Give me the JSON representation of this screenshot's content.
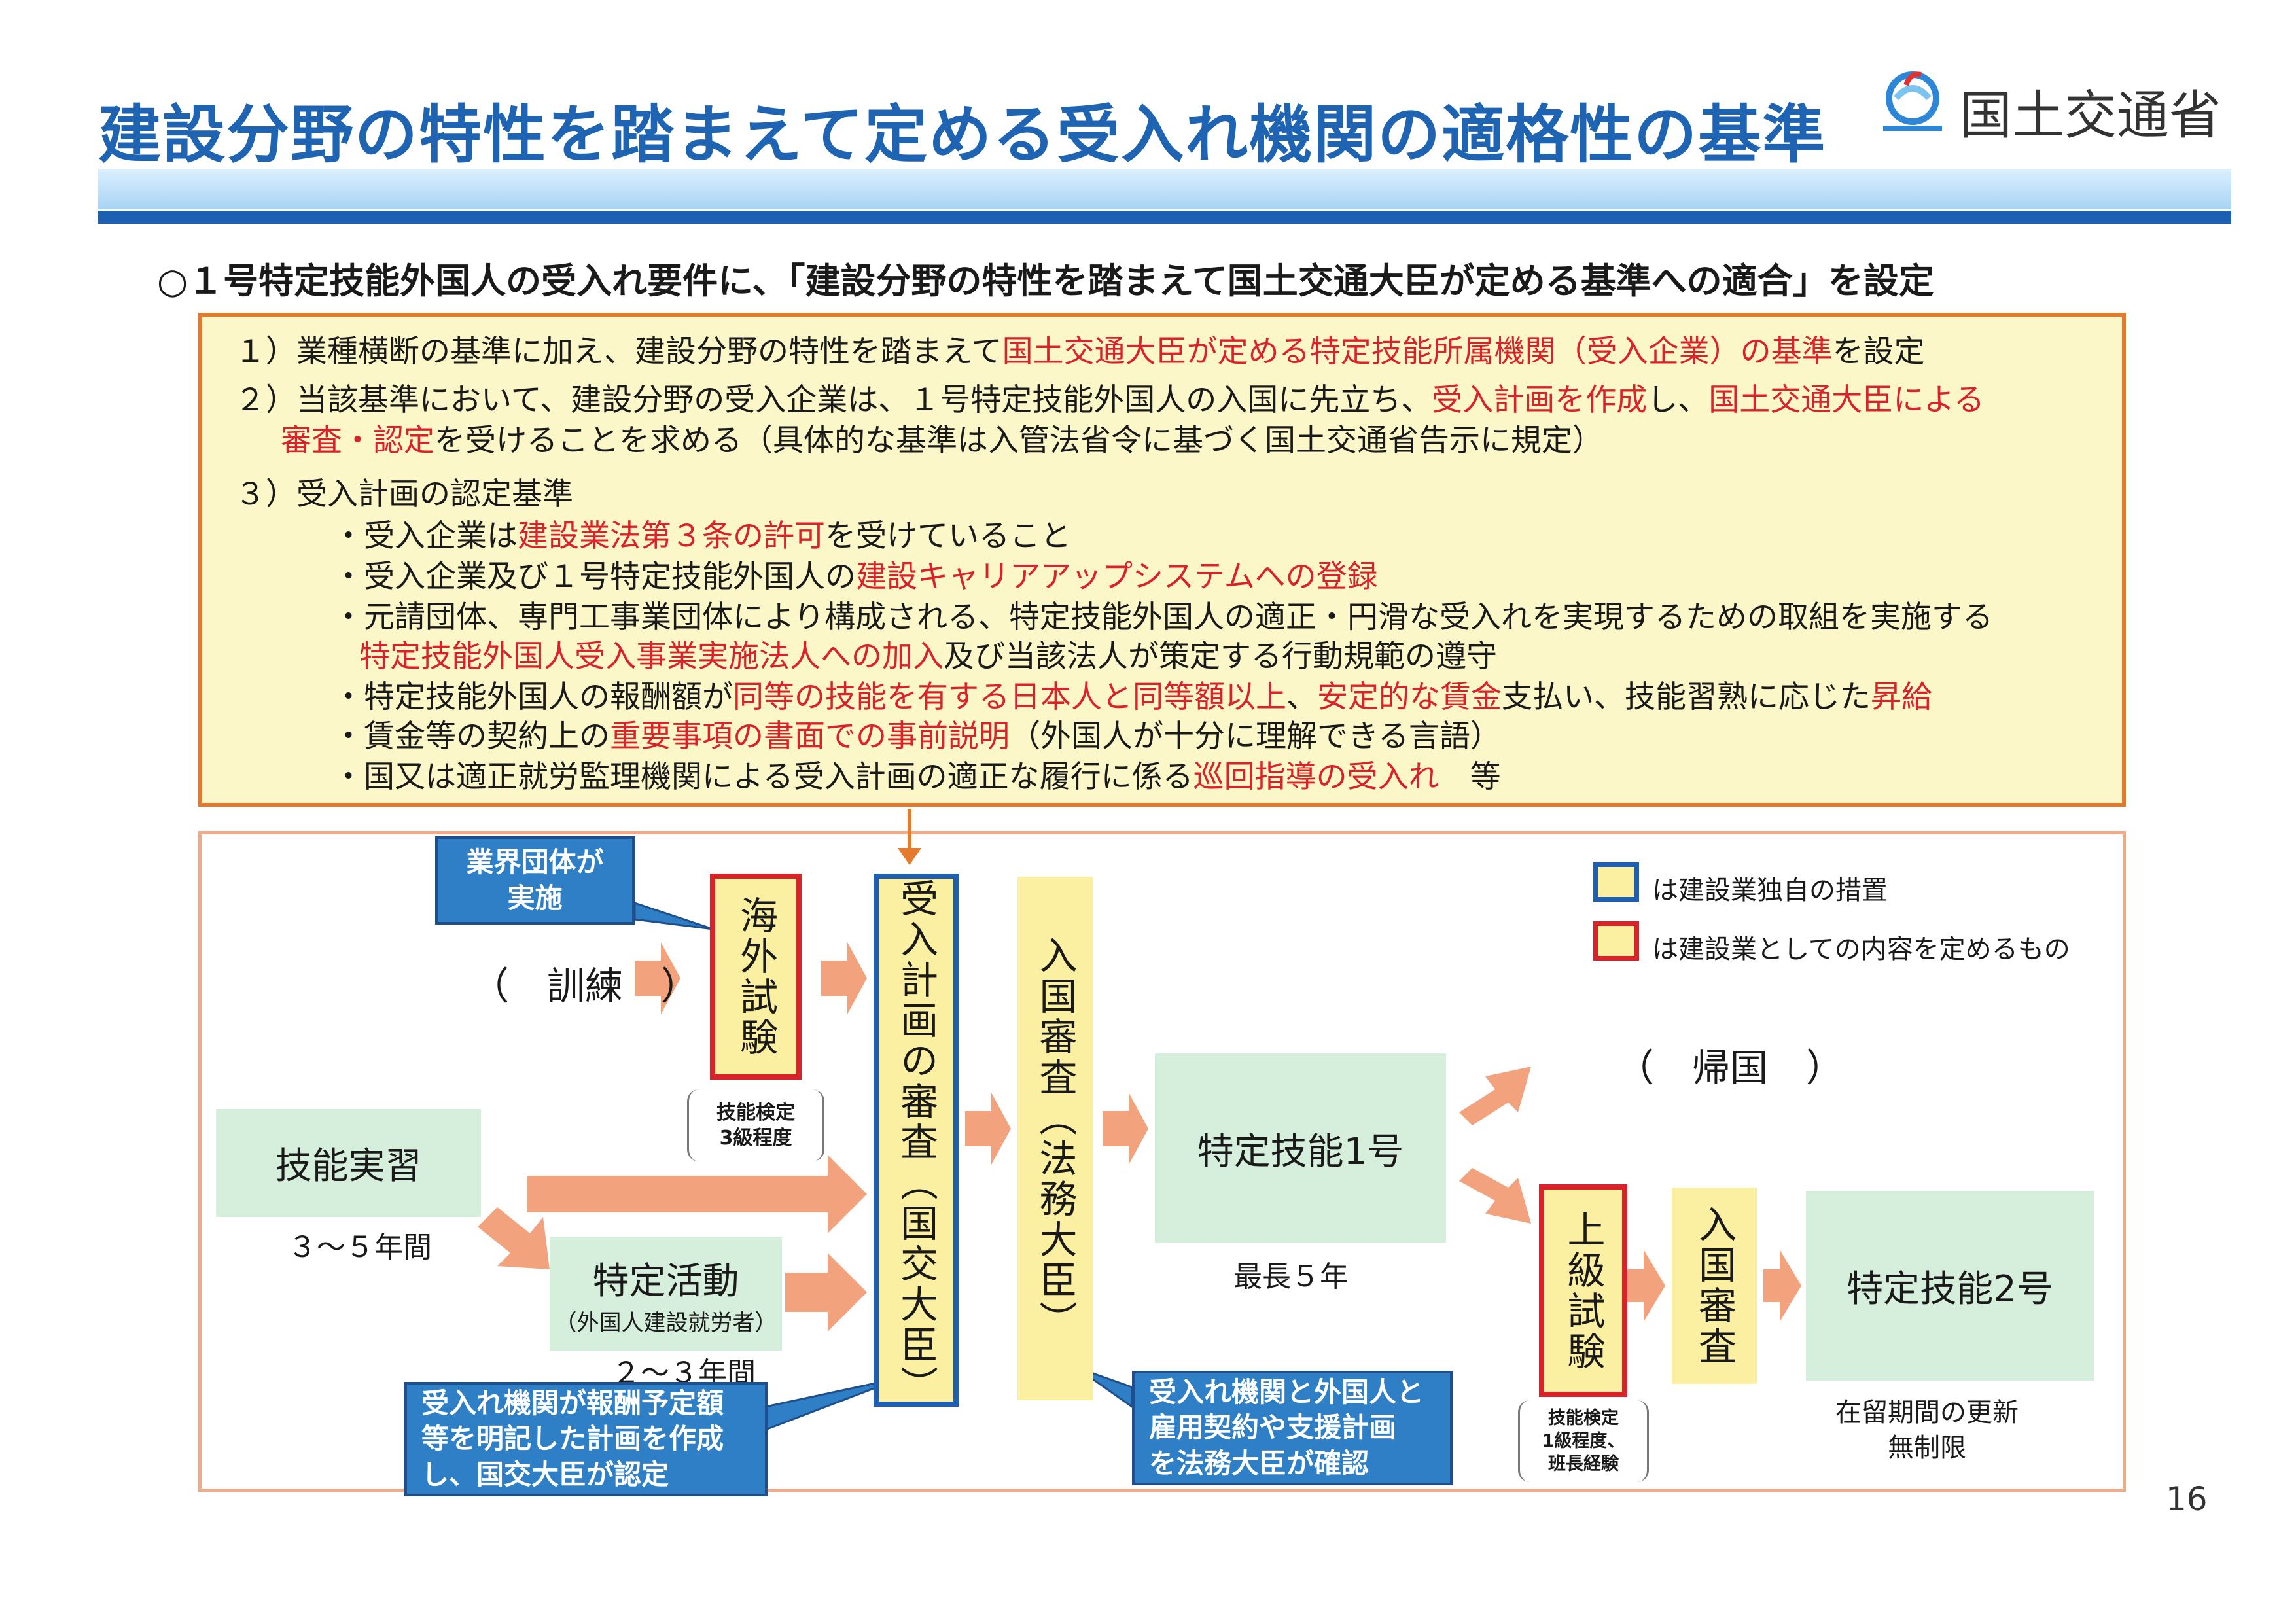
{
  "header": {
    "title": "建設分野の特性を踏まえて定める受入れ機関の適格性の基準",
    "logo_text": "国土交通省",
    "brand_color": "#1f63b3"
  },
  "headline": "○１号特定技能外国人の受入れ要件に、「建設分野の特性を踏まえて国土交通大臣が定める基準への適合」を設定",
  "requirements": {
    "item1": {
      "a": "１）業種横断の基準に加え、建設分野の特性を踏まえて",
      "b": "国土交通大臣が定める特定技能所属機関（受入企業）の基準",
      "c": "を設定"
    },
    "item2": {
      "a": "２）当該基準において、建設分野の受入企業は、１号特定技能外国人の入国に先立ち、",
      "b": "受入計画を作成",
      "c": "し、",
      "d": "国土交通大臣による",
      "e": "審査・認定",
      "f": "を受けることを求める（具体的な基準は入管法省令に基づく国土交通省告示に規定）"
    },
    "item3_title": "３）受入計画の認定基準",
    "b1": {
      "a": "・受入企業は",
      "b": "建設業法第３条の許可",
      "c": "を受けていること"
    },
    "b2": {
      "a": "・受入企業及び１号特定技能外国人の",
      "b": "建設キャリアアップシステムへの登録"
    },
    "b3": {
      "a": "・元請団体、専門工事業団体により構成される、特定技能外国人の適正・円滑な受入れを実現するための取組を実施する",
      "b": "特定技能外国人受入事業実施法人への加入",
      "c": "及び当該法人が策定する行動規範の遵守"
    },
    "b4": {
      "a": "・特定技能外国人の報酬額が",
      "b": "同等の技能を有する日本人と同等額以上",
      "c": "、",
      "d": "安定的な賃金",
      "e": "支払い、技能習熟に応じた",
      "f": "昇給"
    },
    "b5": {
      "a": "・賃金等の契約上の",
      "b": "重要事項の書面での事前説明",
      "c": "（外国人が十分に理解できる言語）"
    },
    "b6": {
      "a": "・国又は適正就労監理機関による受入計画の適正な履行に係る",
      "b": "巡回指導の受入れ",
      "c": "　等"
    }
  },
  "flow": {
    "callout_industry": "業界団体が\n実施",
    "training": "（　訓練　）",
    "overseas_exam": "海外試験",
    "skill_test_3": "技能検定\n3級程度",
    "plan_review": "受入計画の審査（国交大臣）",
    "immigration_review": "入国審査（法務大臣）",
    "technical_intern": "技能実習",
    "technical_intern_period": "３～５年間",
    "specific_activity": "特定活動",
    "specific_activity_sub": "（外国人建設就労者）",
    "specific_activity_period": "２～３年間",
    "ssw1": "特定技能1号",
    "ssw1_max": "最長５年",
    "return_home": "（　帰国　）",
    "advanced_exam": "上級試験",
    "skill_test_1": "技能検定\n1級程度、\n班長経験",
    "immigration2": "入国審査",
    "ssw2": "特定技能2号",
    "ssw2_note": "在留期間の更新\n無制限",
    "callout_mlit": "受入れ機関が報酬予定額\n等を明記した計画を作成\nし、国交大臣が認定",
    "callout_moj": "受入れ機関と外国人と\n雇用契約や支援計画\nを法務大臣が確認",
    "legend_blue": "は建設業独自の措置",
    "legend_red": "は建設業としての内容を定めるもの"
  },
  "page_number": "16",
  "colors": {
    "accent_red": "#d9222a",
    "box_border_orange": "#e47a2c",
    "callout_blue": "#2f7fc6",
    "green_box": "#d6efdc",
    "yellow_box": "#fbf0a2",
    "arrow_salmon": "#f2a27d"
  }
}
